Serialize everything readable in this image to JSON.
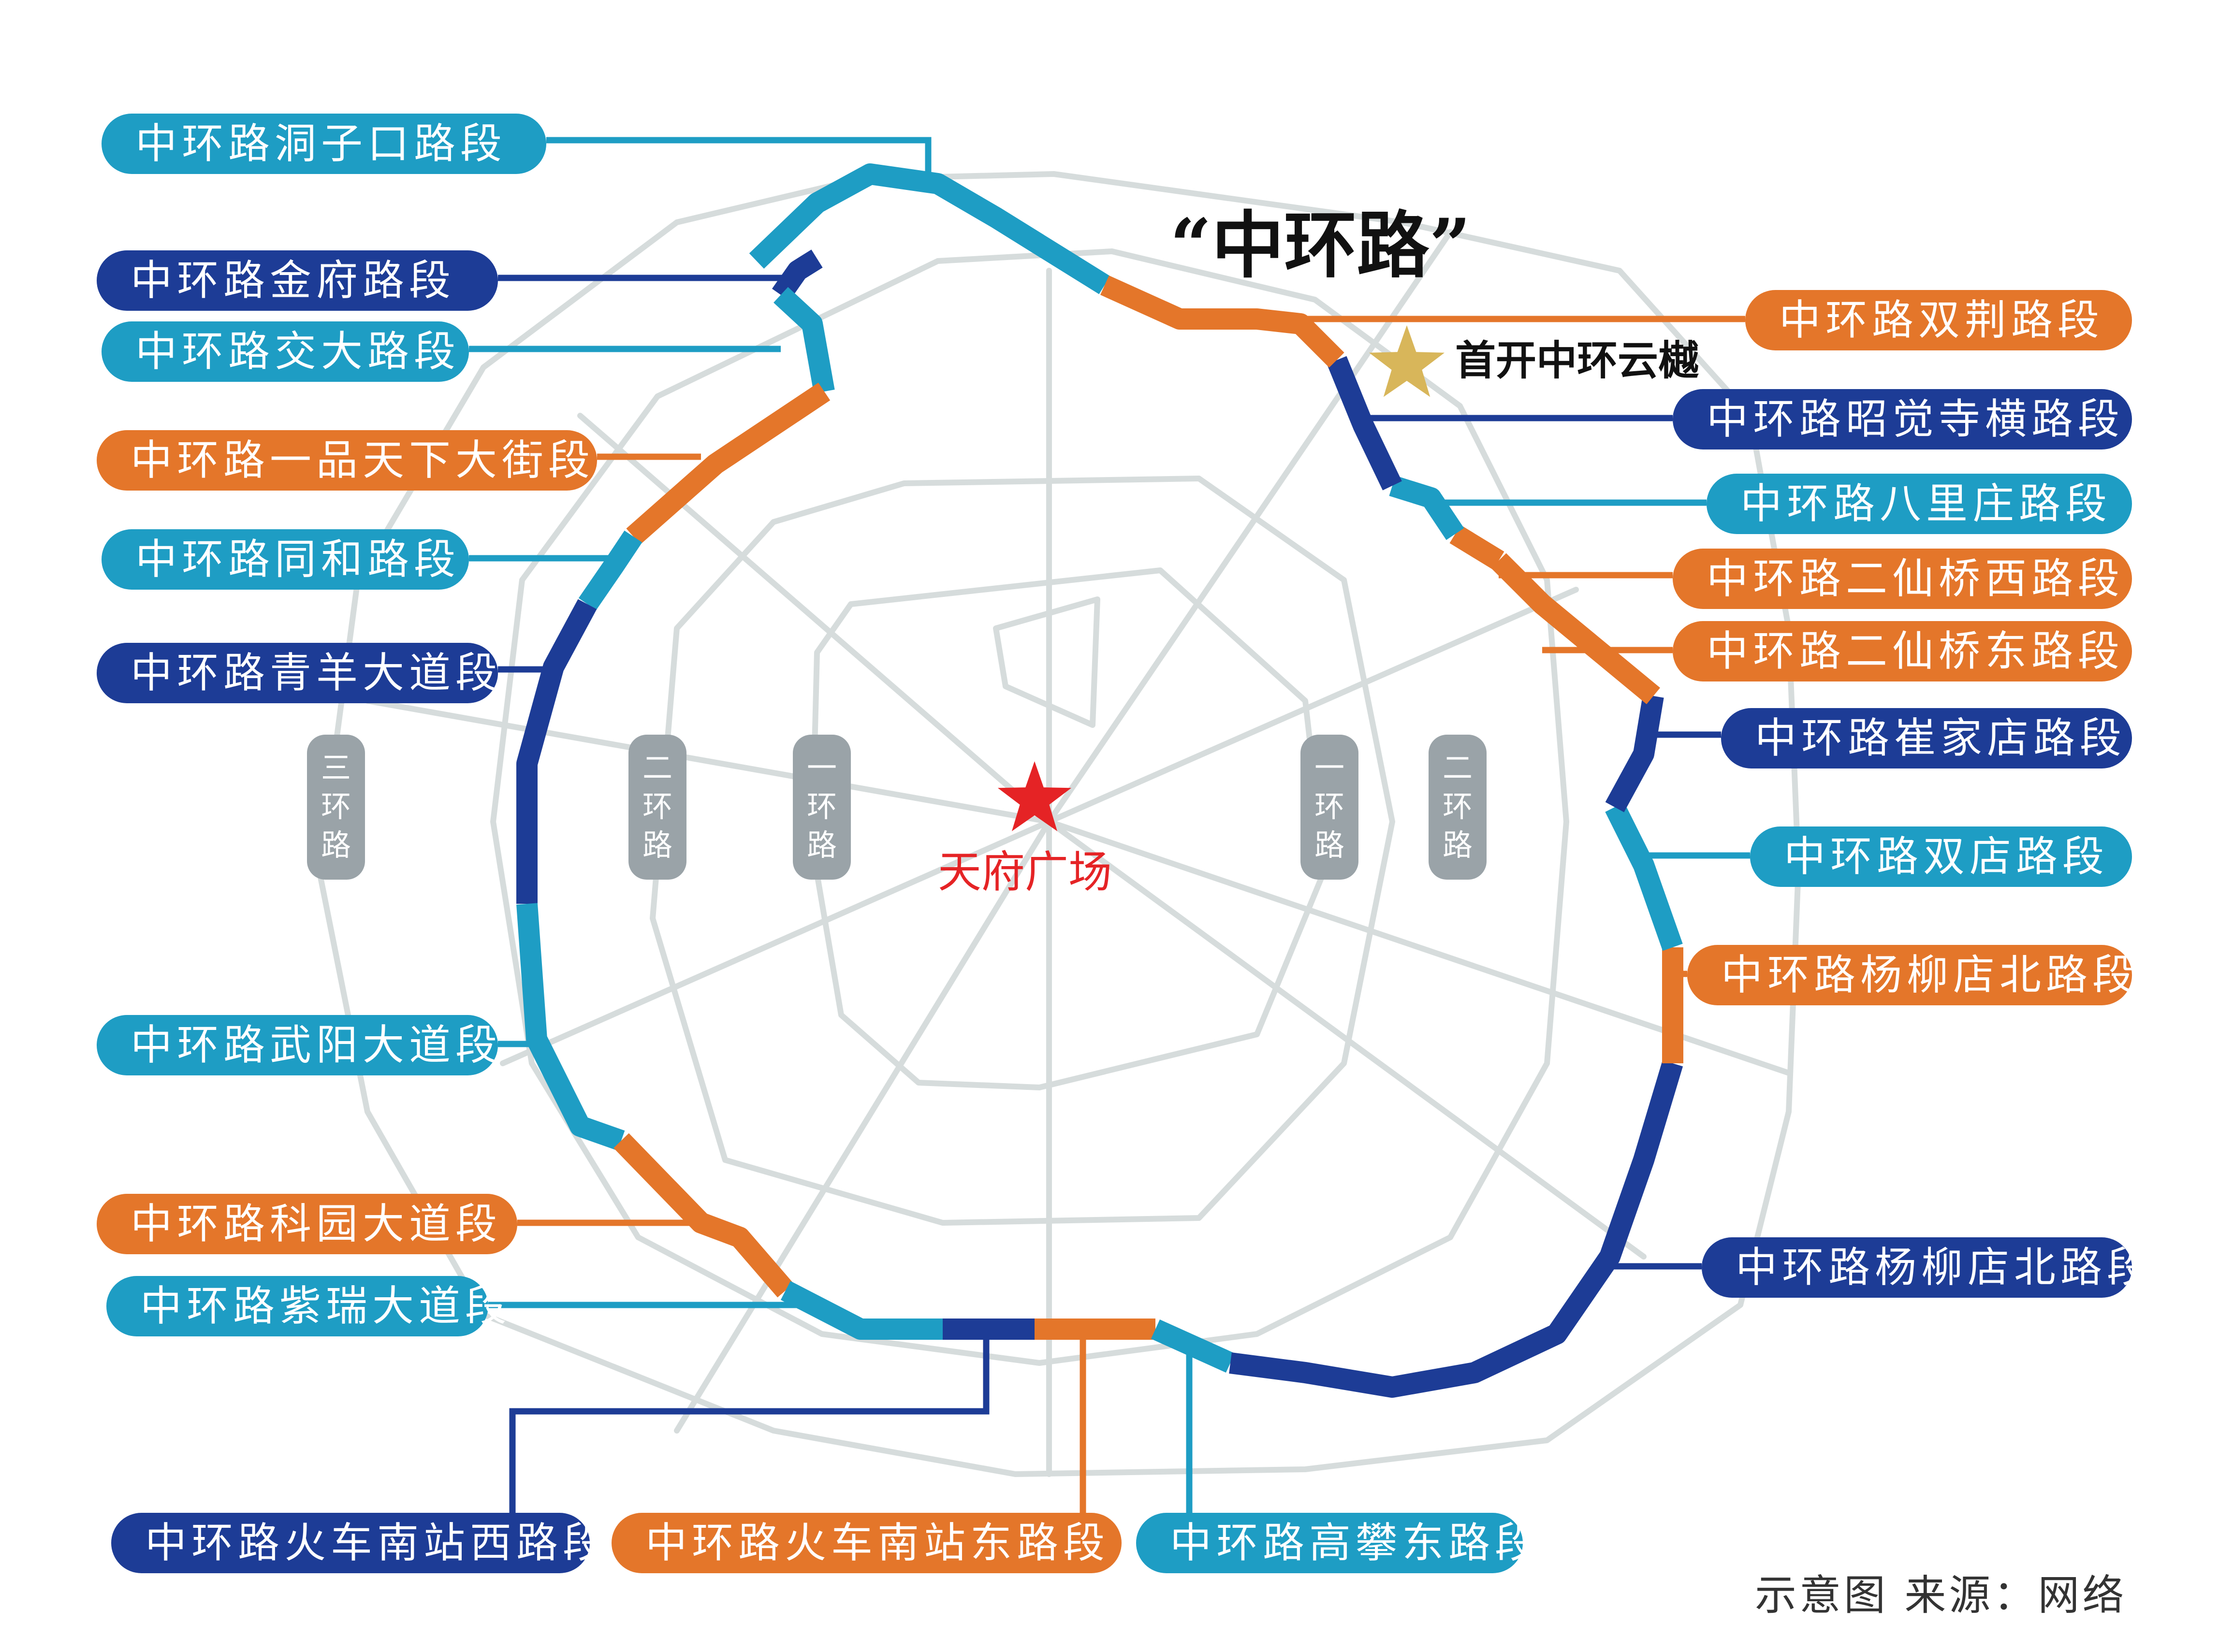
{
  "title": "“中环路”",
  "center_label": "天府广场",
  "poi_label": "首开中环云樾",
  "ring_badges": [
    "三环路",
    "二环路",
    "一环路",
    "一环路",
    "二环路"
  ],
  "source": "示意图 来源：网络",
  "colors": {
    "light_blue": "#1e9dc4",
    "dark_blue": "#1d3c96",
    "orange": "#e4762a",
    "base_road": "#d6dcdc",
    "badge": "#9aa3a8",
    "center_star": "#e52325",
    "poi_star": "#d8b65a"
  },
  "segments": [
    {
      "label": "中环路洞子口路段",
      "color": "light_blue"
    },
    {
      "label": "中环路金府路段",
      "color": "dark_blue"
    },
    {
      "label": "中环路交大路段",
      "color": "light_blue"
    },
    {
      "label": "中环路一品天下大街段",
      "color": "orange"
    },
    {
      "label": "中环路同和路段",
      "color": "light_blue"
    },
    {
      "label": "中环路青羊大道段",
      "color": "dark_blue"
    },
    {
      "label": "中环路武阳大道段",
      "color": "light_blue"
    },
    {
      "label": "中环路科园大道段",
      "color": "orange"
    },
    {
      "label": "中环路紫瑞大道段",
      "color": "light_blue"
    },
    {
      "label": "中环路火车南站西路段",
      "color": "dark_blue"
    },
    {
      "label": "中环路火车南站东路段",
      "color": "orange"
    },
    {
      "label": "中环路高攀东路段",
      "color": "light_blue"
    },
    {
      "label": "中环路杨柳店北路段",
      "color": "dark_blue"
    },
    {
      "label": "中环路杨柳店北路段",
      "color": "orange"
    },
    {
      "label": "中环路双店路段",
      "color": "light_blue"
    },
    {
      "label": "中环路崔家店路段",
      "color": "dark_blue"
    },
    {
      "label": "中环路二仙桥东路段",
      "color": "orange"
    },
    {
      "label": "中环路二仙桥西路段",
      "color": "orange"
    },
    {
      "label": "中环路八里庄路段",
      "color": "light_blue"
    },
    {
      "label": "中环路昭觉寺横路段",
      "color": "dark_blue"
    },
    {
      "label": "中环路双荆路段",
      "color": "orange"
    }
  ]
}
